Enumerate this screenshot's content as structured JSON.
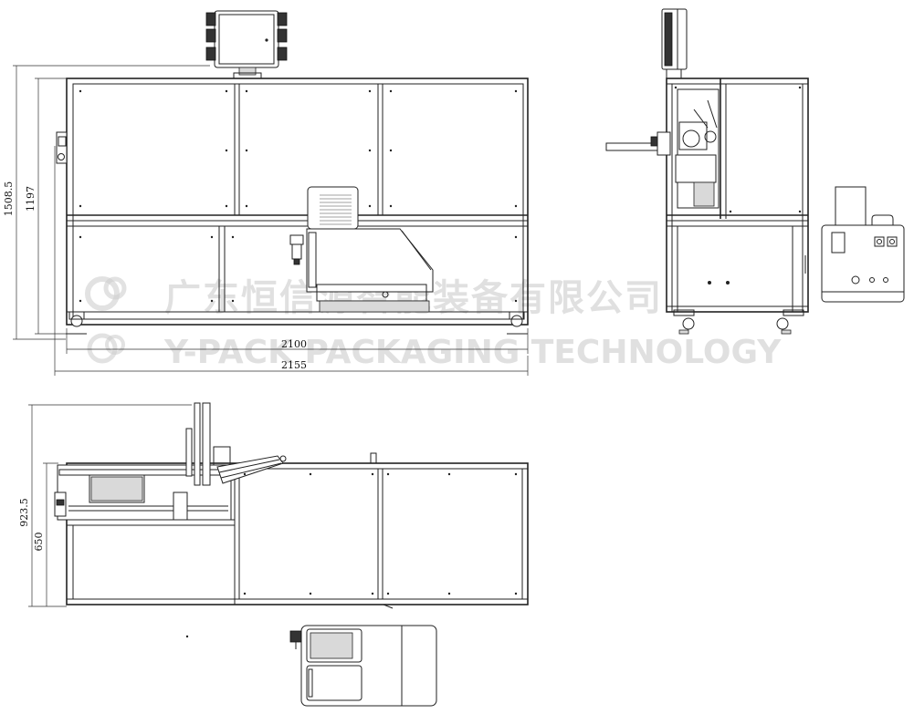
{
  "dimensions": {
    "front_total_height": "1508.5",
    "front_frame_height": "1197",
    "front_frame_width": "2100",
    "front_total_width": "2155",
    "top_view_total_height": "923.5",
    "top_view_frame_height": "650"
  },
  "watermark": {
    "company_cn": "广东恒信源智能装备有限公司",
    "company_en": "Y-PACK PACKAGING TECHNOLOGY"
  },
  "colors": {
    "line": "#222222",
    "watermark": "#c8c8c8",
    "background": "#ffffff"
  }
}
